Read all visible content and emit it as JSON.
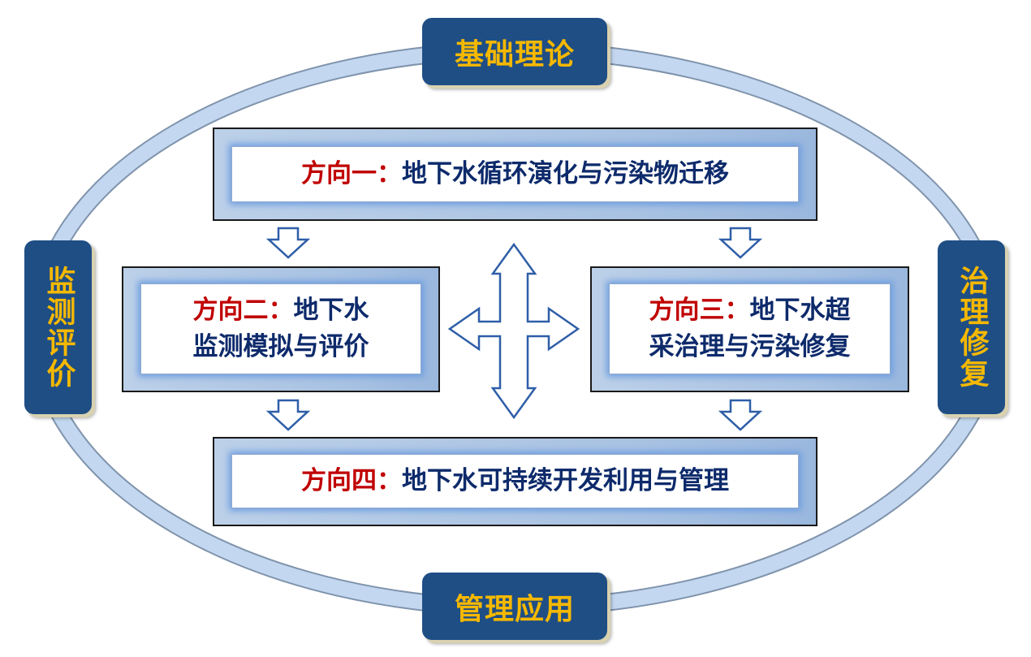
{
  "badges": {
    "top": "基础理论",
    "left": "监测评价",
    "right": "治理修复",
    "bottom": "管理应用"
  },
  "directions": [
    {
      "prefix": "方向一：",
      "text": "地下水循环演化与污染物迁移"
    },
    {
      "prefix": "方向二：",
      "text_line1": "地下水",
      "text_line2": "监测模拟与评价"
    },
    {
      "prefix": "方向三：",
      "text_line1": "地下水超",
      "text_line2": "采治理与污染修复"
    },
    {
      "prefix": "方向四：",
      "text": "地下水可持续开发利用与管理"
    }
  ],
  "colors": {
    "badge": "#1f4e85",
    "badge_text": "#f5b800",
    "prefix": "#c00000",
    "text": "#0d2a6b",
    "ring": "#bcd4ee",
    "arrow": "#2e5ea8"
  }
}
